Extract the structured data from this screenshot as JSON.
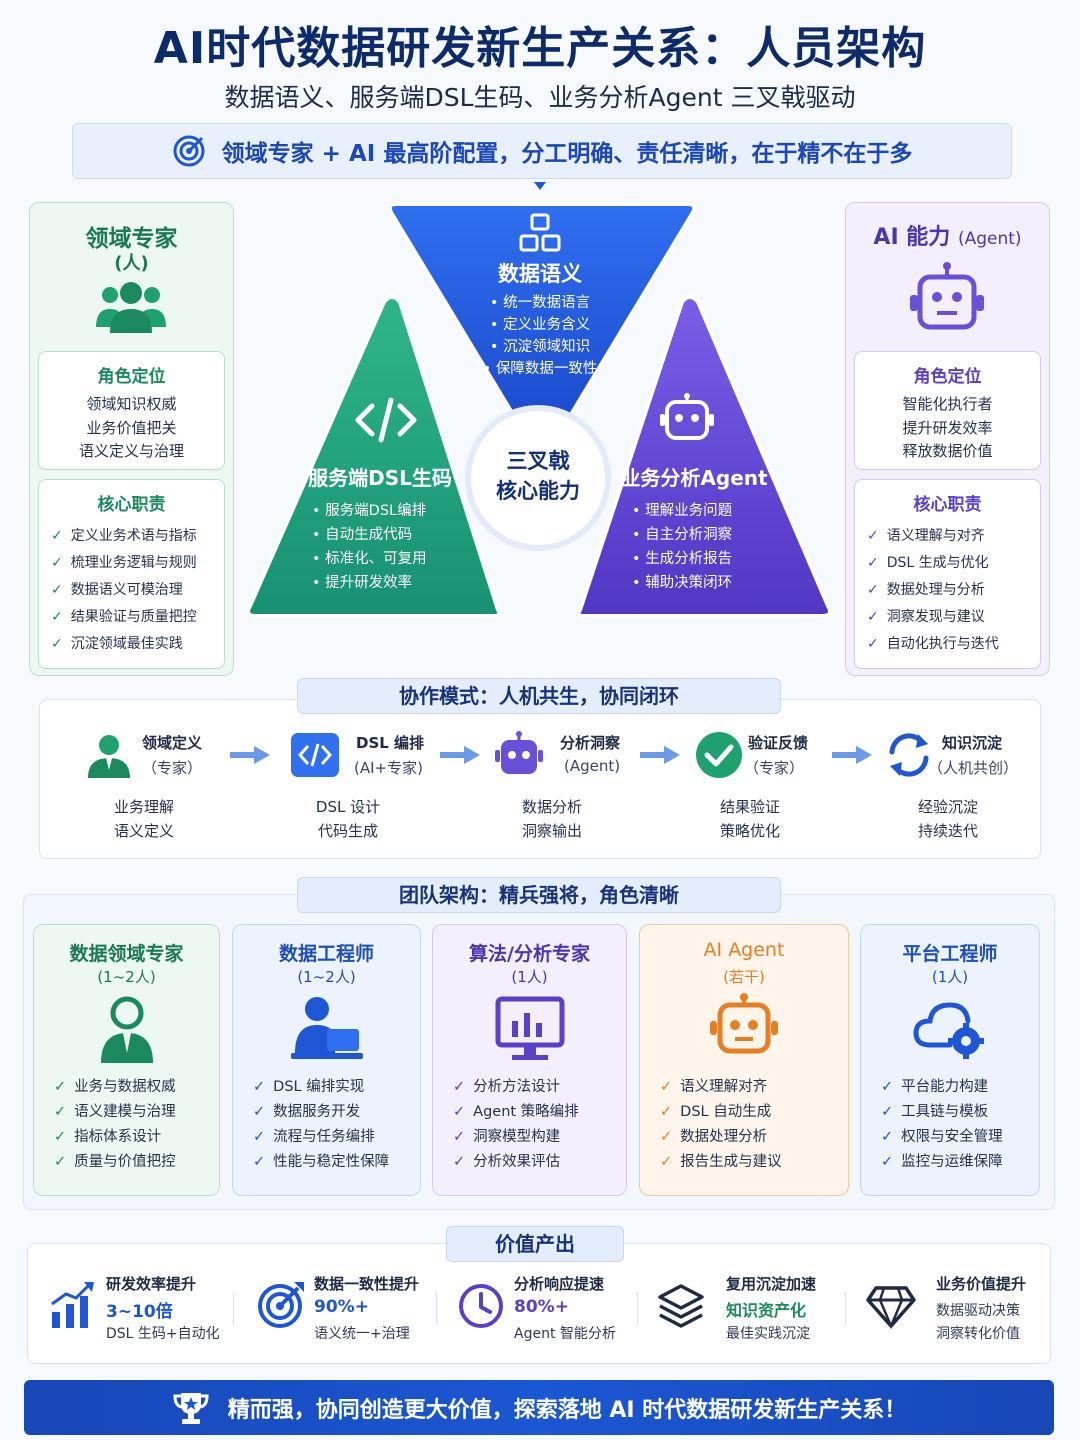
{
  "header": {
    "title": "AI时代数据研发新生产关系：人员架构",
    "subtitle": "数据语义、服务端DSL生码、业务分析Agent 三叉戟驱动",
    "banner": "领域专家 + AI 最高阶配置，分工明确、责任清晰，在于精不在于多"
  },
  "left_panel": {
    "title": "领域专家",
    "subtitle": "(人)",
    "role_title": "角色定位",
    "role_lines": [
      "领域知识权威",
      "业务价值把关",
      "语义定义与治理"
    ],
    "duty_title": "核心职责",
    "duties": [
      "定义业务术语与指标",
      "梳理业务逻辑与规则",
      "数据语义可模治理",
      "结果验证与质量把控",
      "沉淀领域最佳实践"
    ]
  },
  "right_panel": {
    "title": "AI 能力",
    "title_suffix": "(Agent)",
    "role_title": "角色定位",
    "role_lines": [
      "智能化执行者",
      "提升研发效率",
      "释放数据价值"
    ],
    "duty_title": "核心职责",
    "duties": [
      "语义理解与对齐",
      "DSL 生成与优化",
      "数据处理与分析",
      "洞察发现与建议",
      "自动化执行与迭代"
    ]
  },
  "trident": {
    "center_line1": "三叉戟",
    "center_line2": "核心能力",
    "semantic": {
      "title": "数据语义",
      "bullets": [
        "• 统一数据语言",
        "• 定义业务含义",
        "• 沉淀领域知识",
        "• 保障数据一致性"
      ]
    },
    "dsl": {
      "title": "服务端DSL生码",
      "bullets": [
        "• 服务端DSL编排",
        "• 自动生成代码",
        "• 标准化、可复用",
        "• 提升研发效率"
      ]
    },
    "agent": {
      "title": "业务分析Agent",
      "bullets": [
        "• 理解业务问题",
        "• 自主分析洞察",
        "• 生成分析报告",
        "• 辅助决策闭环"
      ]
    }
  },
  "collab": {
    "label": "协作模式：人机共生，协同闭环",
    "steps": [
      {
        "name": "领域定义",
        "role": "（专家）",
        "desc1": "业务理解",
        "desc2": "语义定义"
      },
      {
        "name": "DSL 编排",
        "role": "(AI+专家)",
        "desc1": "DSL 设计",
        "desc2": "代码生成"
      },
      {
        "name": "分析洞察",
        "role": "(Agent)",
        "desc1": "数据分析",
        "desc2": "洞察输出"
      },
      {
        "name": "验证反馈",
        "role": "（专家）",
        "desc1": "结果验证",
        "desc2": "策略优化"
      },
      {
        "name": "知识沉淀",
        "role": "（人机共创）",
        "desc1": "经验沉淀",
        "desc2": "持续迭代"
      }
    ]
  },
  "team": {
    "label": "团队架构：精兵强将，角色清晰",
    "cards": [
      {
        "title": "数据领域专家",
        "count": "(1~2人)",
        "items": [
          "业务与数据权威",
          "语义建模与治理",
          "指标体系设计",
          "质量与价值把控"
        ]
      },
      {
        "title": "数据工程师",
        "count": "(1~2人)",
        "items": [
          "DSL 编排实现",
          "数据服务开发",
          "流程与任务编排",
          "性能与稳定性保障"
        ]
      },
      {
        "title": "算法/分析专家",
        "count": "(1人)",
        "items": [
          "分析方法设计",
          "Agent 策略编排",
          "洞察模型构建",
          "分析效果评估"
        ]
      },
      {
        "title": "AI Agent",
        "count": "(若干)",
        "items": [
          "语义理解对齐",
          "DSL 自动生成",
          "数据处理分析",
          "报告生成与建议"
        ]
      },
      {
        "title": "平台工程师",
        "count": "(1人)",
        "items": [
          "平台能力构建",
          "工具链与模板",
          "权限与安全管理",
          "监控与运维保障"
        ]
      }
    ]
  },
  "value": {
    "label": "价值产出",
    "items": [
      {
        "title": "研发效率提升",
        "value": "3~10倍",
        "desc": "DSL 生码+自动化"
      },
      {
        "title": "数据一致性提升",
        "value": "90%+",
        "desc": "语义统一+治理"
      },
      {
        "title": "分析响应提速",
        "value": "80%+",
        "desc": "Agent 智能分析"
      },
      {
        "title": "复用沉淀加速",
        "value": "知识资产化",
        "desc": "最佳实践沉淀"
      },
      {
        "title": "业务价值提升",
        "value": "数据驱动决策",
        "desc": "洞察转化价值"
      }
    ]
  },
  "footer": {
    "text": "精而强，协同创造更大价值，探索落地 AI 时代数据研发新生产关系！"
  },
  "colors": {
    "green": "#1a8a5e",
    "blue": "#1f56d6",
    "purple": "#5b3fc9",
    "orange": "#e67e22",
    "navy": "#0d2a6b"
  }
}
